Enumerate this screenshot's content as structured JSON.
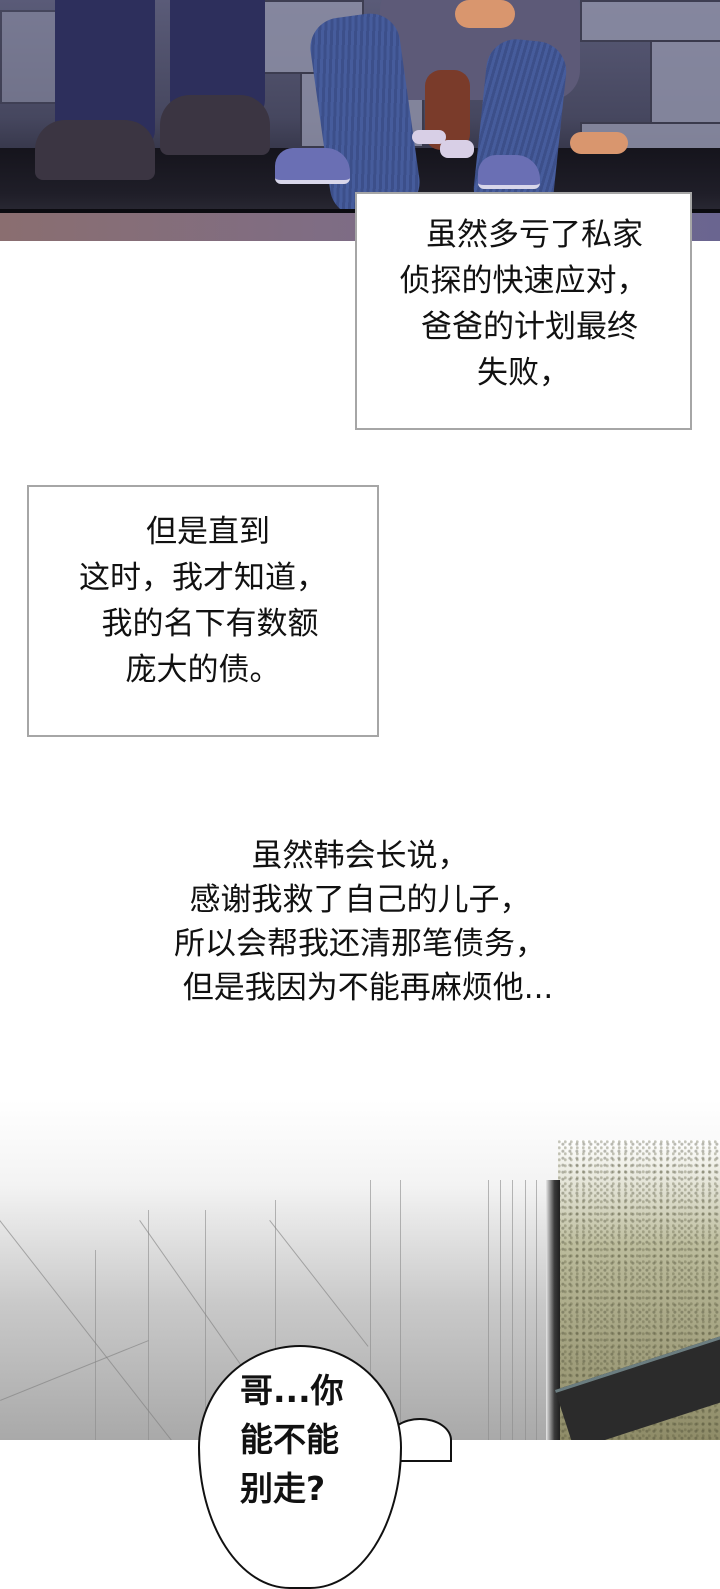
{
  "comic": {
    "panels": [
      {
        "id": "night-alley",
        "description": "Man in jeans sits against brick wall holding a child; another figure's dark legs and boots on the left",
        "colors": {
          "wall": "#8d8fa6",
          "ground": "#15141c",
          "jeans": "#3c4f8a",
          "strip_left": "#8a6e70",
          "strip_right": "#6a6590"
        }
      },
      {
        "id": "hallway-window",
        "description": "Grey gradient hallway with tiles and a window showing grass on the right",
        "colors": {
          "grass": "#8f8c68",
          "frame": "#1f1f1f"
        }
      }
    ],
    "narration_boxes": [
      {
        "id": "box1",
        "lines": [
          "虽然多亏了私家",
          "侦探的快速应对，",
          "爸爸的计划最终",
          "失败，"
        ]
      },
      {
        "id": "box2",
        "lines": [
          "但是直到",
          "这时，我才知道，",
          "我的名下有数额",
          "庞大的债。"
        ]
      }
    ],
    "free_narration": {
      "lines": [
        "虽然韩会长说，",
        "感谢我救了自己的儿子，",
        "所以会帮我还清那笔债务，",
        "但是我因为不能再麻烦他..."
      ]
    },
    "speech_bubble": {
      "lines": [
        "哥...你",
        "能不能",
        "别走?"
      ]
    }
  }
}
